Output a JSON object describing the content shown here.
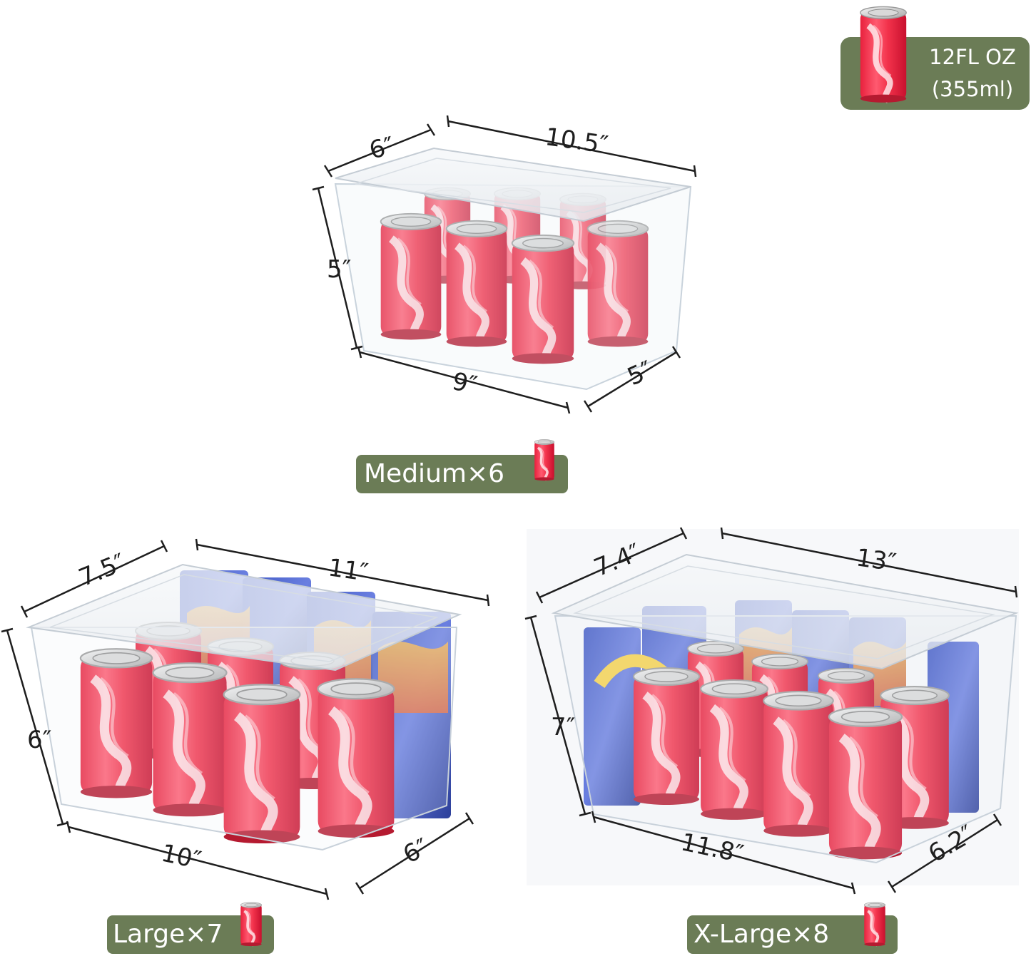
{
  "badge": {
    "line1": "12FL OZ",
    "line2": "(355ml)"
  },
  "colors": {
    "badge_green": "#6b7c56",
    "can_red": "#ee2f46",
    "can_pink": "#ff6d82",
    "snack_blue": "#3d56b8"
  },
  "medium": {
    "label": "Medium×6",
    "dims": {
      "width": "6″",
      "length": "10.5″",
      "height": "5″",
      "bottom_length": "9″",
      "bottom_width": "5″"
    }
  },
  "large": {
    "label": "Large×7",
    "dims": {
      "width": "7.5″",
      "length": "11″",
      "height": "6″",
      "bottom_length": "10″",
      "bottom_width": "6″"
    }
  },
  "xlarge": {
    "label": "X-Large×8",
    "dims": {
      "width": "7.4″",
      "length": "13″",
      "height": "7″",
      "bottom_length": "11.8″",
      "bottom_width": "6.2″"
    }
  },
  "icons": [
    "soda-can-icon"
  ]
}
